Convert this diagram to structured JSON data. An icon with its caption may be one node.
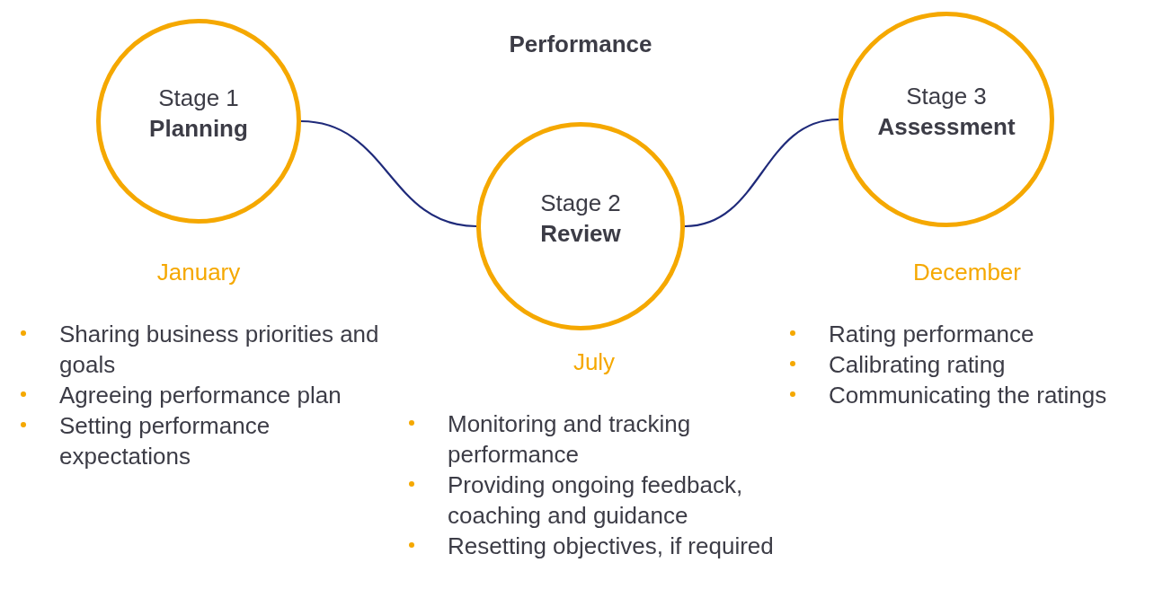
{
  "diagram": {
    "title": "Performance",
    "nodes": [
      {
        "text": [
          "Stage 1",
          "Planning"
        ],
        "beside": [
          "January",
          "Sharing business priorities and goals",
          "Agreeing performance plan",
          "Setting performance expectations"
        ]
      },
      {
        "text": [
          "Stage 2",
          "Review"
        ],
        "beside": [
          "July",
          "Monitoring and tracking performance",
          "Providing ongoing feedback, coaching and guidance",
          "Resetting objectives, if required"
        ]
      },
      {
        "text": [
          "Stage 3",
          "Assessment"
        ],
        "beside": [
          "December",
          "Rating performance",
          "Calibrating rating",
          "Communicating the ratings"
        ]
      }
    ],
    "edges": [
      {
        "from": 0,
        "to": 1,
        "arrow": "none"
      },
      {
        "from": 1,
        "to": 2,
        "arrow": "none"
      }
    ]
  }
}
